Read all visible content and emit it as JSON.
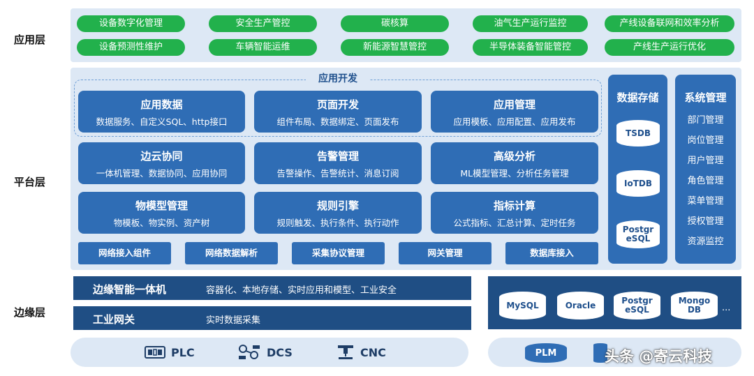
{
  "layers": {
    "app": "应用层",
    "platform": "平台层",
    "edge": "边缘层"
  },
  "app_layer": {
    "row1": [
      "设备数字化管理",
      "安全生产管控",
      "碳核算",
      "油气生产运行监控",
      "产线设备联网和效率分析"
    ],
    "row2": [
      "设备预测性维护",
      "车辆智能运维",
      "新能源智慧管控",
      "半导体装备智能管控",
      "产线生产运行优化"
    ]
  },
  "platform": {
    "dev_title": "应用开发",
    "cards": [
      {
        "title": "应用数据",
        "sub": "数据服务、自定义SQL、http接口"
      },
      {
        "title": "页面开发",
        "sub": "组件布局、数据绑定、页面发布"
      },
      {
        "title": "应用管理",
        "sub": "应用模板、应用配置、应用发布"
      },
      {
        "title": "边云协同",
        "sub": "一体机管理、数据协同、应用协同"
      },
      {
        "title": "告警管理",
        "sub": "告警操作、告警统计、消息订阅"
      },
      {
        "title": "高级分析",
        "sub": "ML模型管理、分析任务管理"
      },
      {
        "title": "物模型管理",
        "sub": "物模板、物实例、资产树"
      },
      {
        "title": "规则引擎",
        "sub": "规则触发、执行条件、执行动作"
      },
      {
        "title": "指标计算",
        "sub": "公式指标、汇总计算、定时任务"
      }
    ],
    "components": [
      "网络接入组件",
      "网络数据解析",
      "采集协议管理",
      "网关管理",
      "数据库接入"
    ],
    "storage": {
      "title": "数据存储",
      "dbs": [
        [
          "TSDB"
        ],
        [
          "IoTDB"
        ],
        [
          "Postgr",
          "eSQL"
        ]
      ]
    },
    "system": {
      "title": "系统管理",
      "items": [
        "部门管理",
        "岗位管理",
        "用户管理",
        "角色管理",
        "菜单管理",
        "授权管理",
        "资源监控"
      ]
    }
  },
  "edge": {
    "box1": {
      "title": "边缘智能一体机",
      "desc": "容器化、本地存储、实时应用和模型、工业安全"
    },
    "box2": {
      "title": "工业网关",
      "desc": "实时数据采集"
    },
    "dbs": [
      [
        "MySQL"
      ],
      [
        "Oracle"
      ],
      [
        "Postgr",
        "eSQL"
      ],
      [
        "Mongo",
        "DB"
      ]
    ],
    "more": "...",
    "devices": [
      "PLC",
      "DCS",
      "CNC"
    ],
    "systems": [
      "PLM"
    ]
  },
  "watermark": "头条 @寄云科技",
  "colors": {
    "green": "#22b14c",
    "blue": "#2f6db5",
    "dark": "#1f4e84",
    "band": "#dde8f5"
  }
}
